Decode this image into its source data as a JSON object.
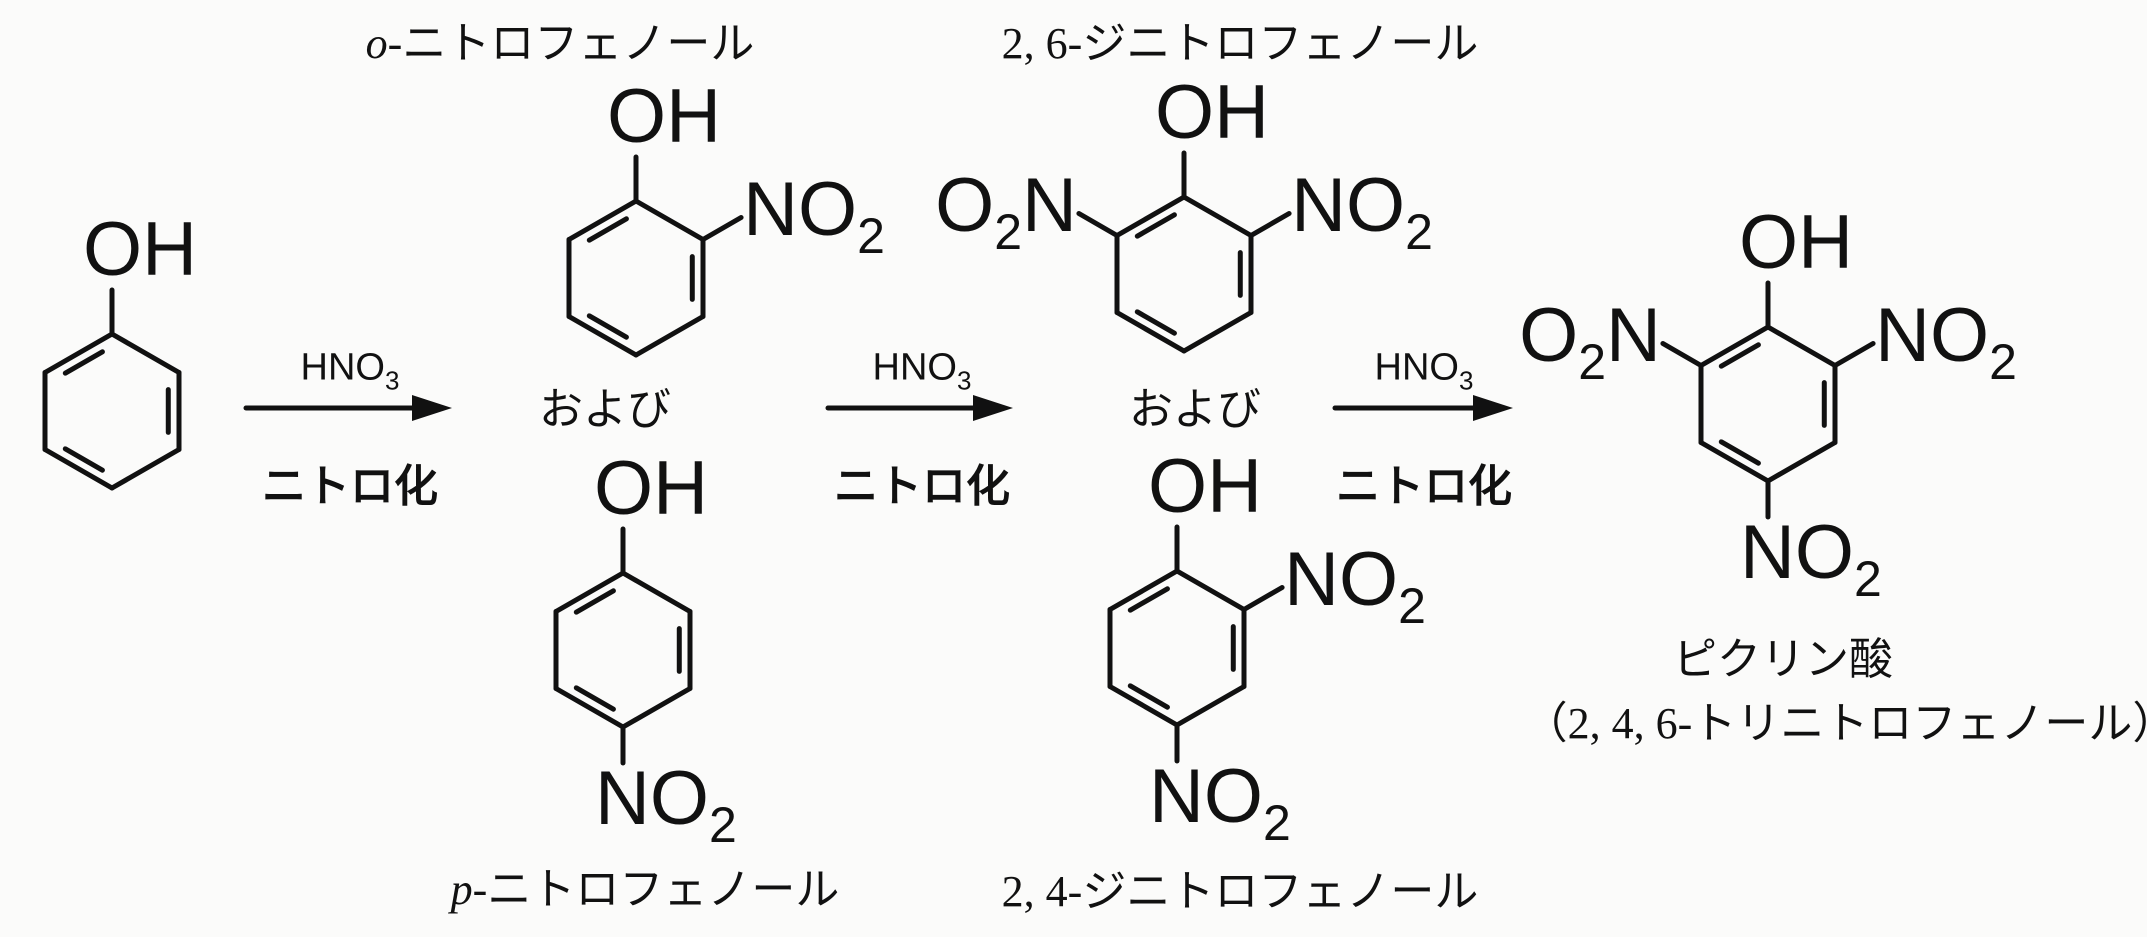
{
  "molecules": [
    {
      "id": "phenol",
      "doubles": [
        [
          5,
          0
        ],
        [
          1,
          2
        ],
        [
          3,
          4
        ]
      ],
      "subs": [
        {
          "pos": 0,
          "label": [
            [
              "OH",
              false
            ]
          ]
        }
      ]
    },
    {
      "id": "o-nitrophenol",
      "doubles": [
        [
          5,
          0
        ],
        [
          1,
          2
        ],
        [
          3,
          4
        ]
      ],
      "subs": [
        {
          "pos": 0,
          "label": [
            [
              "OH",
              false
            ]
          ]
        },
        {
          "pos": 1,
          "label": [
            [
              "NO",
              false
            ],
            [
              "2",
              true
            ]
          ]
        }
      ]
    },
    {
      "id": "p-nitrophenol",
      "doubles": [
        [
          5,
          0
        ],
        [
          1,
          2
        ],
        [
          3,
          4
        ]
      ],
      "subs": [
        {
          "pos": 0,
          "label": [
            [
              "OH",
              false
            ]
          ]
        },
        {
          "pos": 3,
          "label": [
            [
              "NO",
              false
            ],
            [
              "2",
              true
            ]
          ]
        }
      ]
    },
    {
      "id": "2,6-dinitrophenol",
      "doubles": [
        [
          5,
          0
        ],
        [
          1,
          2
        ],
        [
          3,
          4
        ]
      ],
      "subs": [
        {
          "pos": 0,
          "label": [
            [
              "OH",
              false
            ]
          ]
        },
        {
          "pos": 1,
          "label": [
            [
              "NO",
              false
            ],
            [
              "2",
              true
            ]
          ]
        },
        {
          "pos": 5,
          "label": [
            [
              "O",
              false
            ],
            [
              "2",
              true
            ],
            [
              "N",
              false
            ]
          ]
        }
      ]
    },
    {
      "id": "2,4-dinitrophenol",
      "doubles": [
        [
          5,
          0
        ],
        [
          1,
          2
        ],
        [
          3,
          4
        ]
      ],
      "subs": [
        {
          "pos": 0,
          "label": [
            [
              "OH",
              false
            ]
          ]
        },
        {
          "pos": 1,
          "label": [
            [
              "NO",
              false
            ],
            [
              "2",
              true
            ]
          ]
        },
        {
          "pos": 3,
          "label": [
            [
              "NO",
              false
            ],
            [
              "2",
              true
            ]
          ]
        }
      ]
    },
    {
      "id": "picric-acid",
      "doubles": [
        [
          5,
          0
        ],
        [
          1,
          2
        ],
        [
          3,
          4
        ]
      ],
      "subs": [
        {
          "pos": 0,
          "label": [
            [
              "OH",
              false
            ]
          ]
        },
        {
          "pos": 1,
          "label": [
            [
              "NO",
              false
            ],
            [
              "2",
              true
            ]
          ]
        },
        {
          "pos": 5,
          "label": [
            [
              "O",
              false
            ],
            [
              "2",
              true
            ],
            [
              "N",
              false
            ]
          ]
        },
        {
          "pos": 3,
          "label": [
            [
              "NO",
              false
            ],
            [
              "2",
              true
            ]
          ]
        }
      ]
    }
  ],
  "captions": {
    "o_nitrophenol": {
      "prefix": "o",
      "text": "-ニトロフェノール"
    },
    "p_nitrophenol": {
      "prefix": "p",
      "text": "-ニトロフェノール"
    },
    "dinitro_26": "2, 6-ジニトロフェノール",
    "dinitro_24": "2, 4-ジニトロフェノール",
    "and_1": "および",
    "and_2": "および",
    "picric_name": "ピクリン酸",
    "picric_iupac": "（2, 4, 6-トリニトロフェノール）"
  },
  "steps": [
    {
      "reagent_main": "HNO",
      "reagent_sub": "3",
      "condition": "ニトロ化"
    },
    {
      "reagent_main": "HNO",
      "reagent_sub": "3",
      "condition": "ニトロ化"
    },
    {
      "reagent_main": "HNO",
      "reagent_sub": "3",
      "condition": "ニトロ化"
    }
  ],
  "colors": {
    "ink": "#111111",
    "paper": "#fbfbfa"
  }
}
